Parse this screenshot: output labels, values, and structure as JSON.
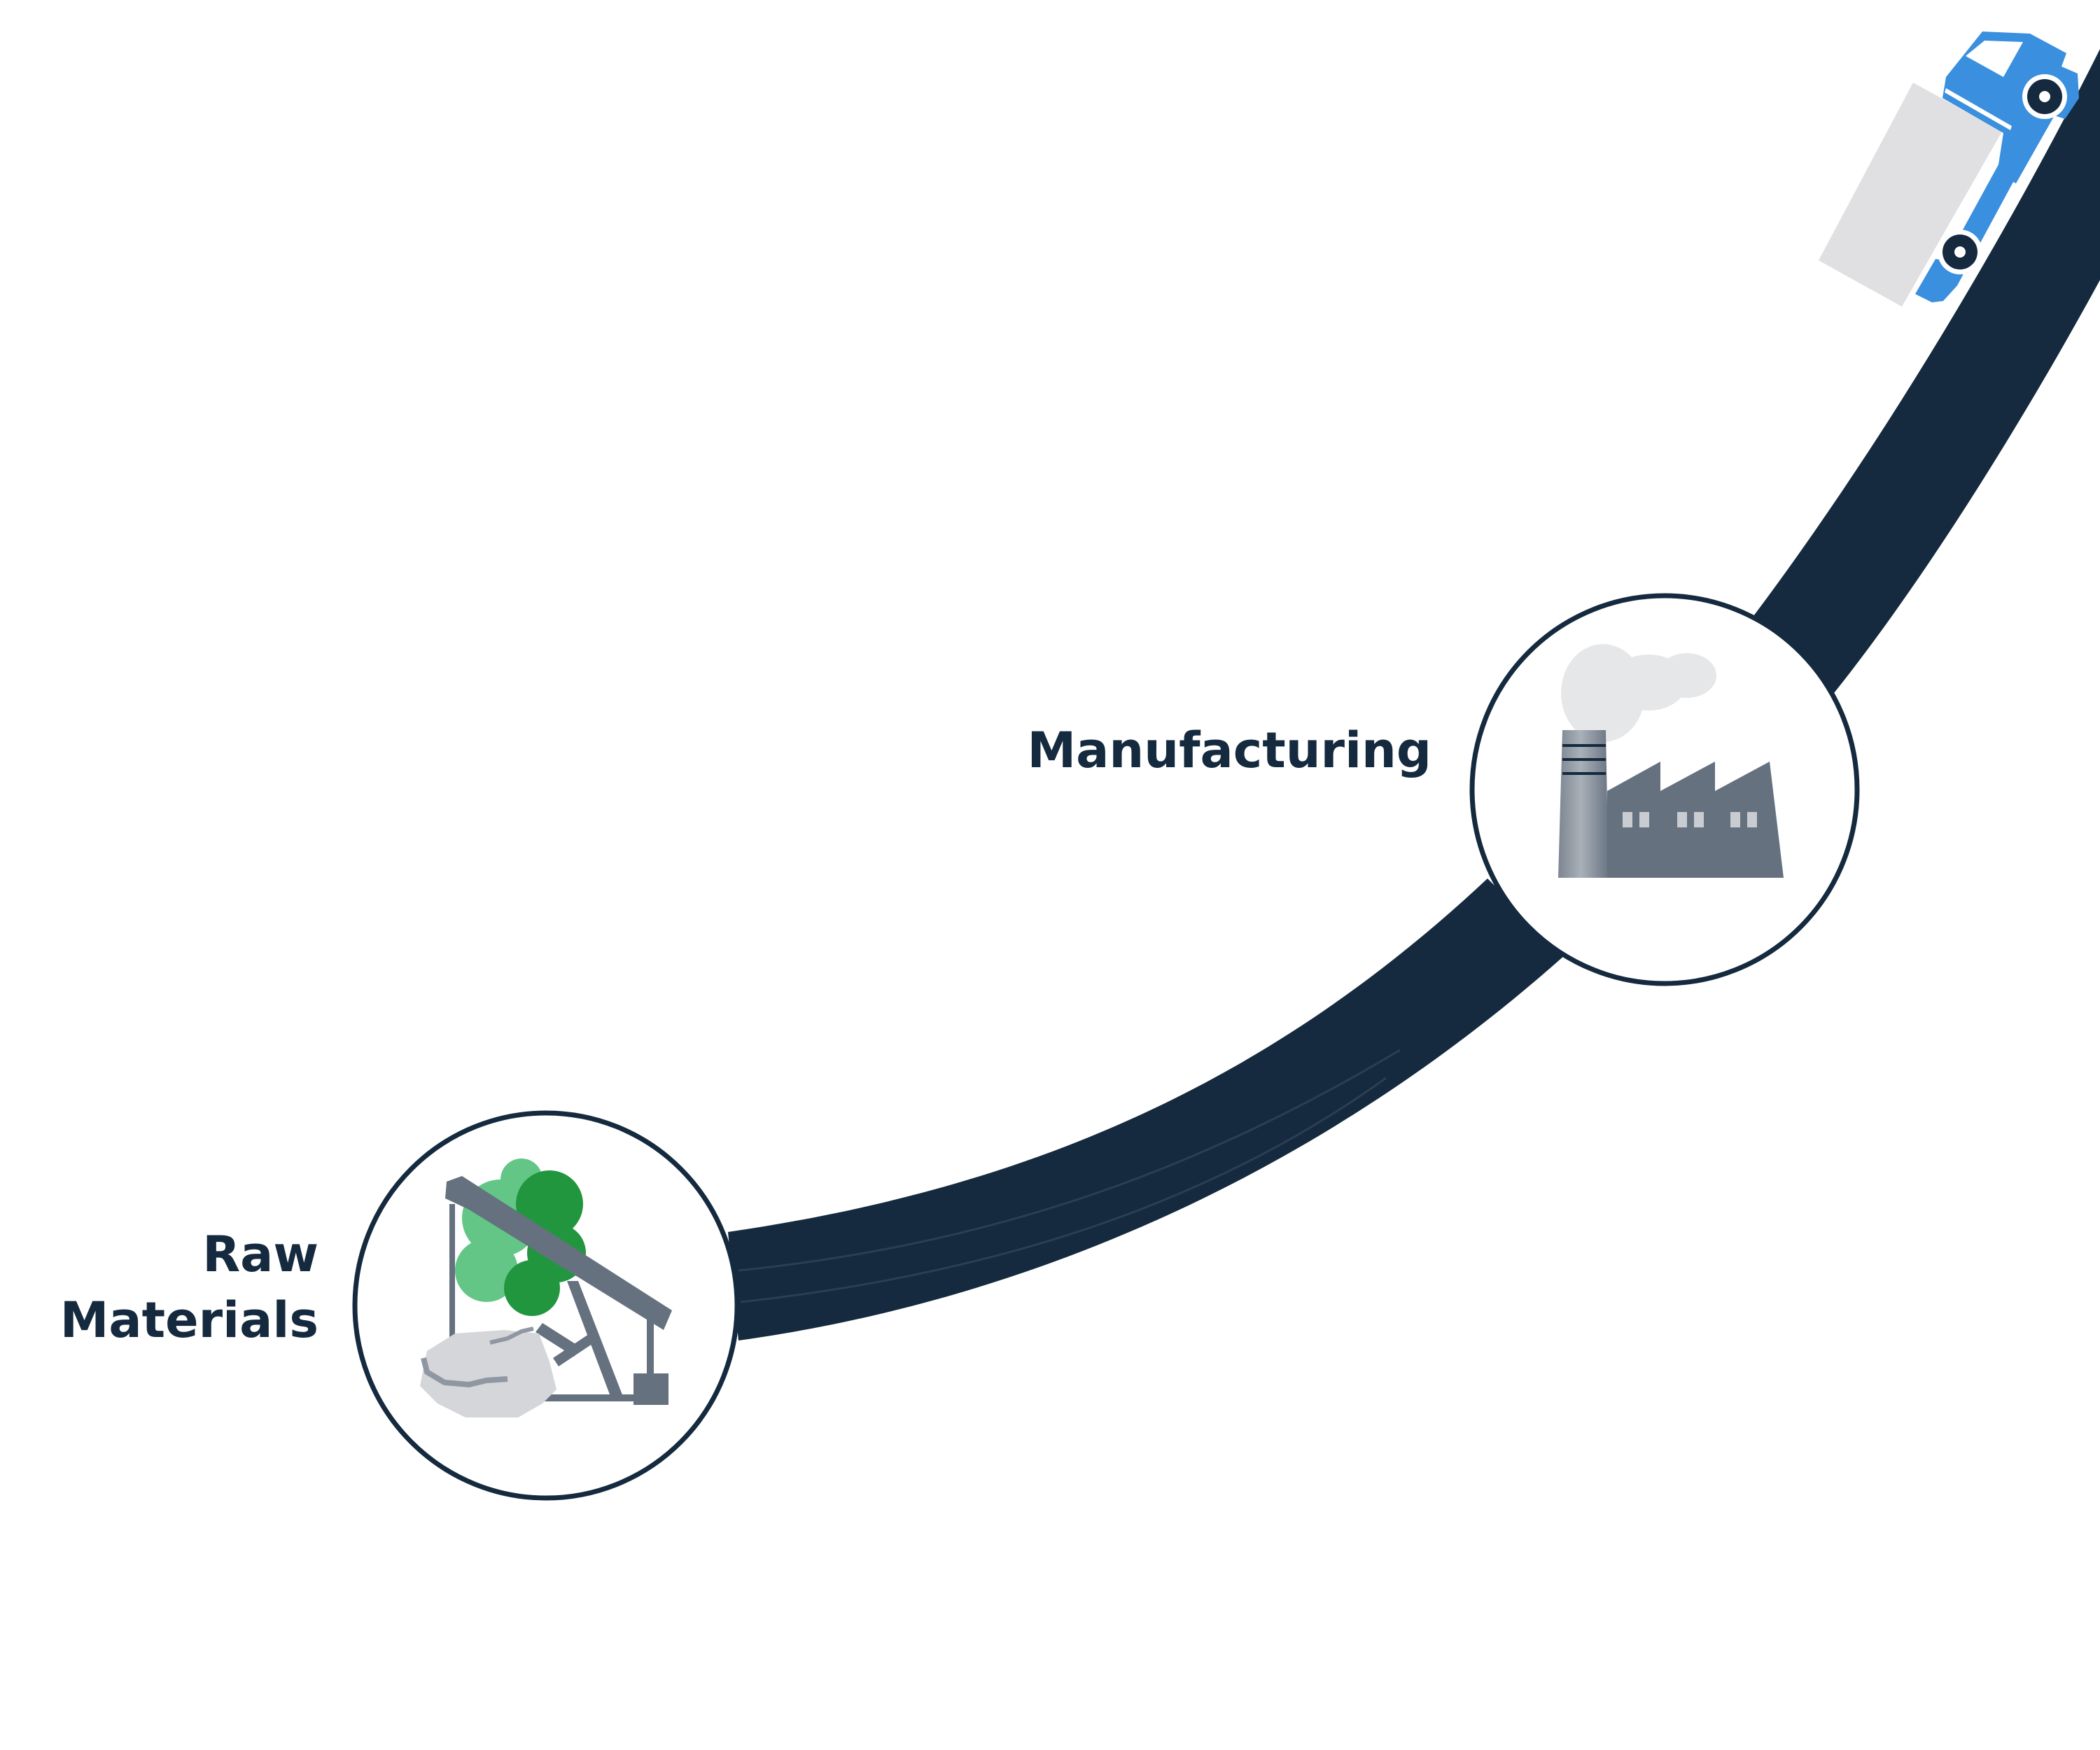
{
  "diagram": {
    "stages": [
      {
        "id": "raw-materials",
        "label_lines": [
          "Raw",
          "Materials"
        ],
        "icon": "oil-pump-tree-rock-icon"
      },
      {
        "id": "manufacturing",
        "label": "Manufacturing",
        "icon": "factory-icon"
      },
      {
        "id": "distribution",
        "icon": "truck-icon"
      }
    ],
    "colors": {
      "road": "#152a3e",
      "circle_stroke": "#152a3e",
      "label_text": "#152a3e",
      "truck_blue": "#3a8fde",
      "trailer_gray": "#e0e0e3",
      "factory_gray": "#65717f",
      "smoke_gray": "#e6e7e9",
      "tree_light_green": "#63c687",
      "tree_dark_green": "#22963f",
      "rock_gray": "#d5d6d9"
    }
  }
}
